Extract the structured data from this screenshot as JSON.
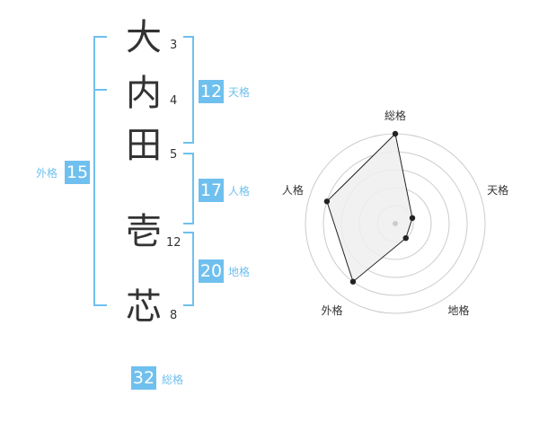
{
  "name": {
    "characters": [
      {
        "char": "大",
        "strokes": "3"
      },
      {
        "char": "内",
        "strokes": "4"
      },
      {
        "char": "田",
        "strokes": "5"
      },
      {
        "char": "壱",
        "strokes": "12"
      },
      {
        "char": "芯",
        "strokes": "8"
      }
    ]
  },
  "fortune": {
    "tenkaku": {
      "value": "12",
      "label": "天格"
    },
    "jinkaku": {
      "value": "17",
      "label": "人格"
    },
    "chikaku": {
      "value": "20",
      "label": "地格"
    },
    "gaikaku": {
      "value": "15",
      "label": "外格"
    },
    "soukaku": {
      "value": "32",
      "label": "総格"
    }
  },
  "colors": {
    "accent": "#6fc0ee",
    "text": "#333333",
    "ring": "#cccccc",
    "fill": "#eeeeee"
  },
  "chart_data": {
    "type": "radar",
    "axes": [
      "総格",
      "天格",
      "地格",
      "外格",
      "人格"
    ],
    "values": [
      5,
      1,
      1,
      4,
      4
    ],
    "max": 5,
    "grid": true
  }
}
